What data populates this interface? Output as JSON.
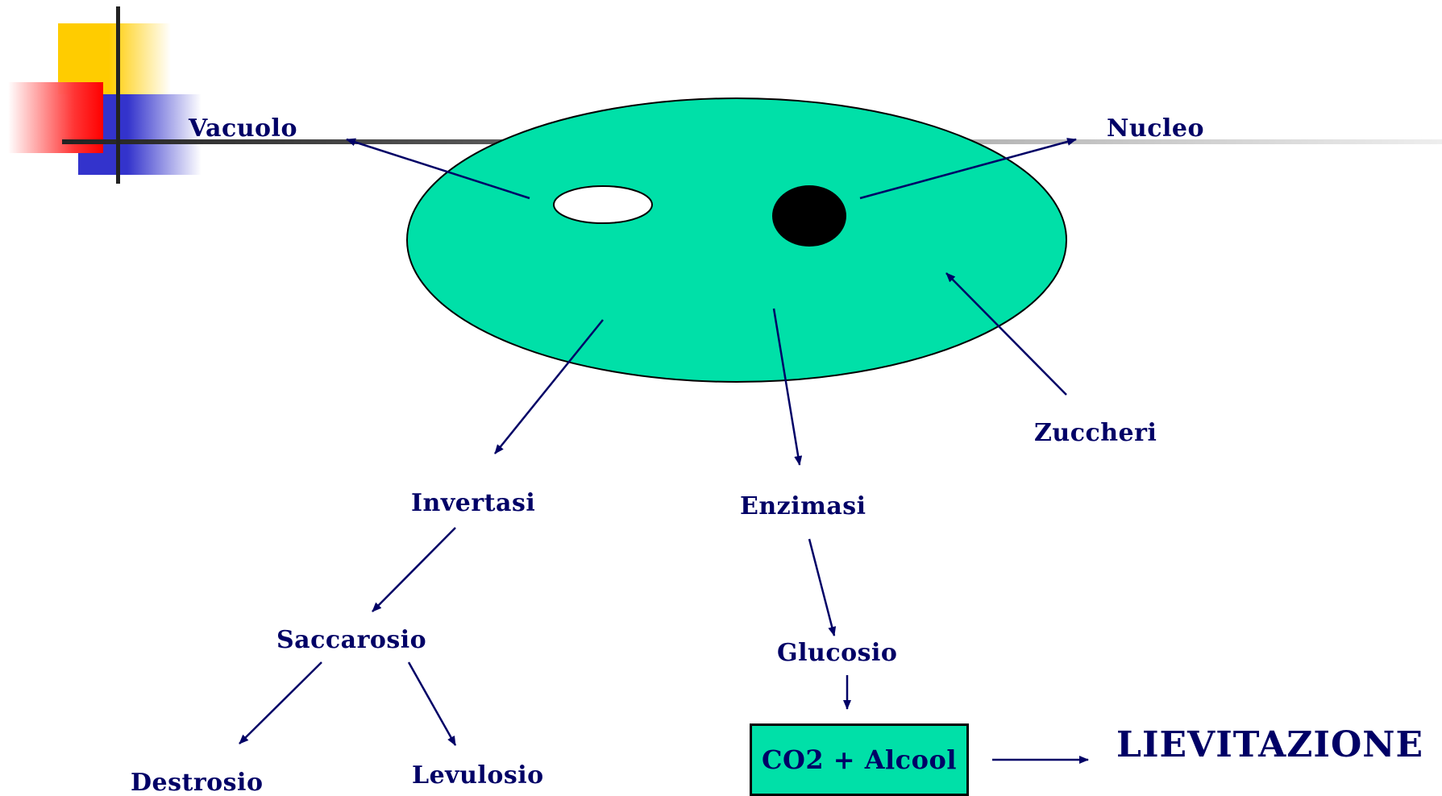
{
  "labels": {
    "vacuolo": "Vacuolo",
    "nucleo": "Nucleo",
    "zuccheri": "Zuccheri",
    "invertasi": "Invertasi",
    "enzimasi": "Enzimasi",
    "saccarosio": "Saccarosio",
    "glucosio": "Glucosio",
    "destrosio": "Destrosio",
    "levulosio": "Levulosio",
    "result": "CO2 + Alcool",
    "outcome": "LIEVITAZIONE"
  },
  "colors": {
    "cell_fill": "#00e0a8",
    "text": "#000066",
    "arrow": "#000066",
    "nucleus": "#000000",
    "vacuole": "#ffffff"
  }
}
